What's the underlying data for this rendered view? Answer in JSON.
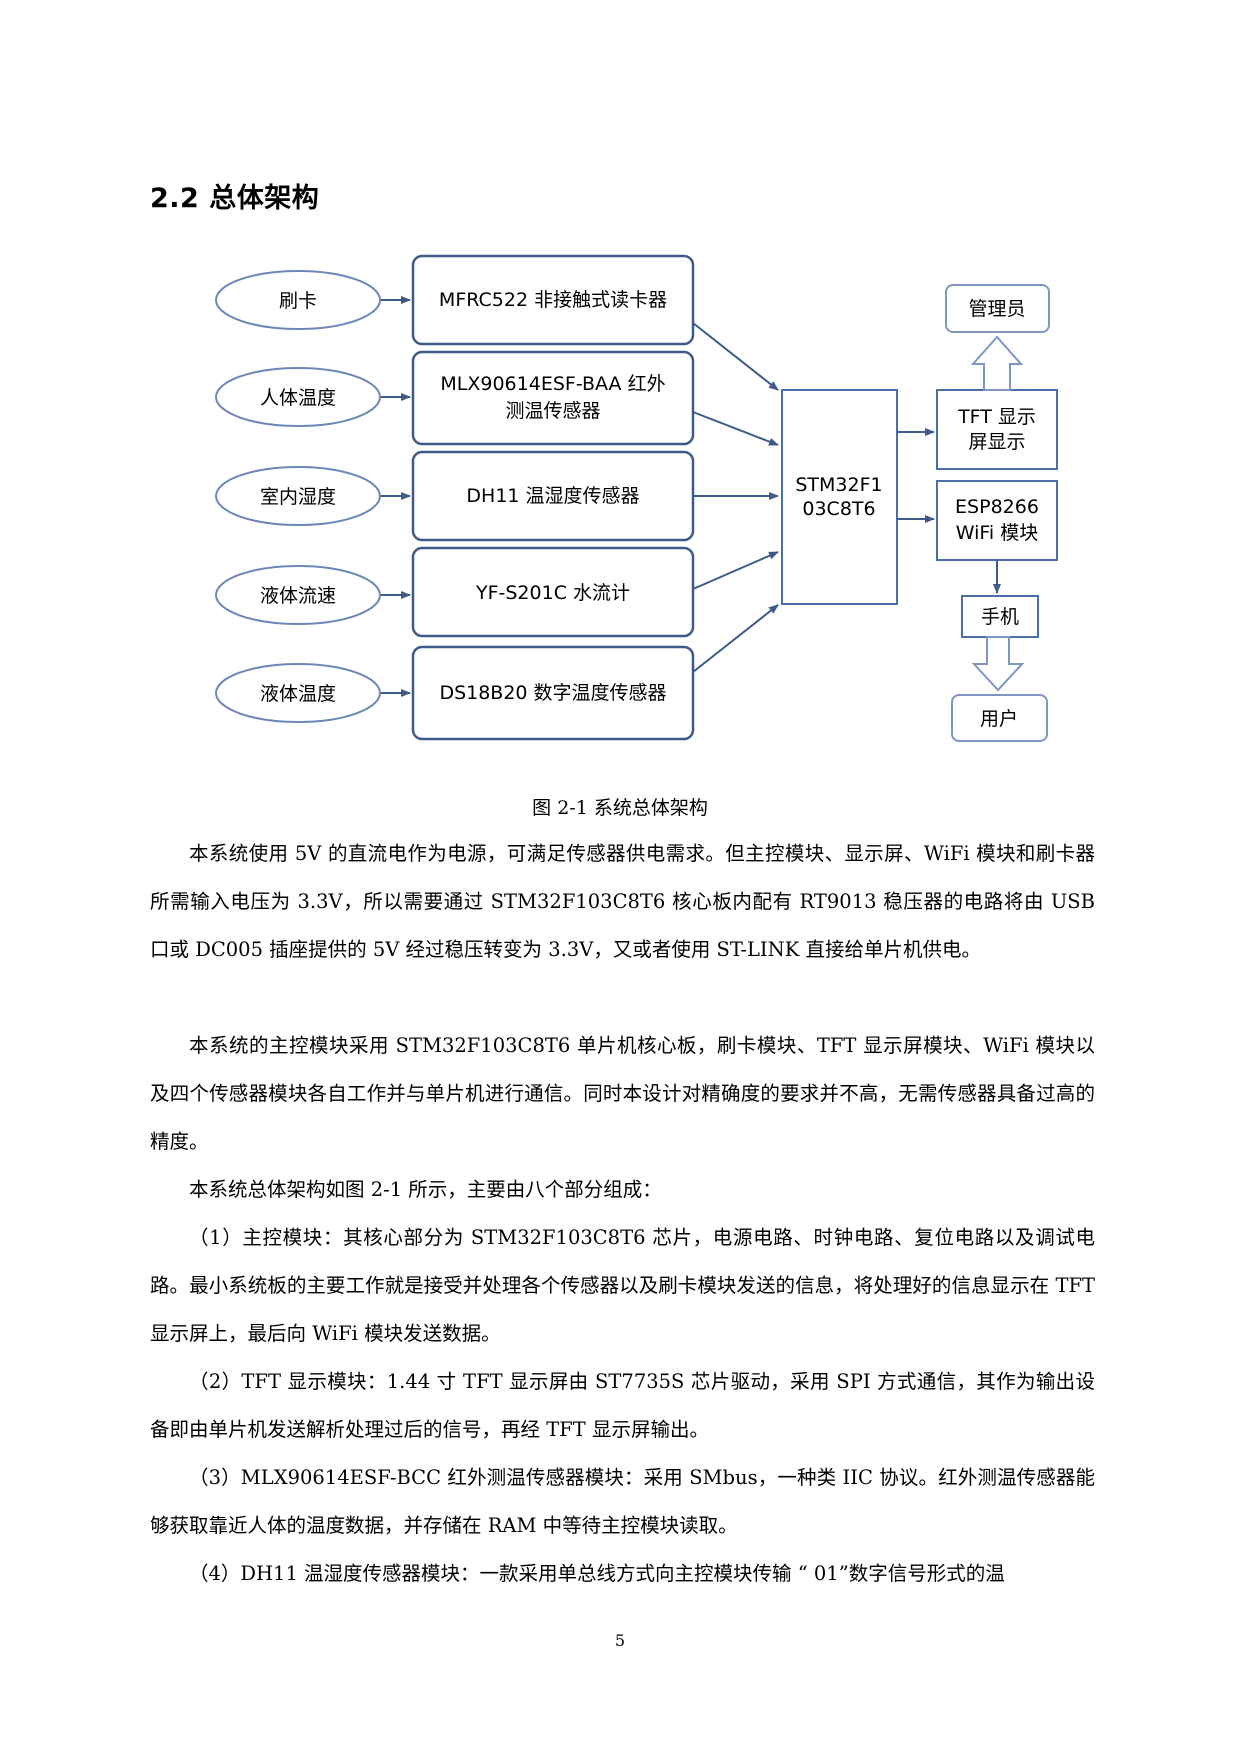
{
  "section_heading": "2.2 总体架构",
  "diagram": {
    "inputs": [
      "刷卡",
      "人体温度",
      "室内湿度",
      "液体流速",
      "液体温度"
    ],
    "modules": [
      {
        "lines": [
          "MFRC522 非接触式读卡器"
        ]
      },
      {
        "lines": [
          "MLX90614ESF-BAA 红外",
          "测温传感器"
        ]
      },
      {
        "lines": [
          "DH11 温湿度传感器"
        ]
      },
      {
        "lines": [
          "YF-S201C 水流计"
        ]
      },
      {
        "lines": [
          "DS18B20 数字温度传感器"
        ]
      }
    ],
    "mcu": [
      "STM32F1",
      "03C8T6"
    ],
    "tft": [
      "TFT 显示",
      "屏显示"
    ],
    "esp": [
      "ESP8266",
      "WiFi 模块"
    ],
    "admin": "管理员",
    "phone": "手机",
    "user": "用户",
    "colors": {
      "stroke": "#3d5a8a",
      "arrow": "#3d5a8a",
      "hollow_arrow": "#7f96c4"
    }
  },
  "caption": "图 2-1 系统总体架构",
  "paragraphs": [
    "本系统使用 5V 的直流电作为电源，可满足传感器供电需求。但主控模块、显示屏、WiFi 模块和刷卡器所需输入电压为 3.3V，所以需要通过 STM32F103C8T6 核心板内配有 RT9013 稳压器的电路将由 USB 口或 DC005 插座提供的 5V 经过稳压转变为 3.3V，又或者使用 ST-LINK 直接给单片机供电。",
    "本系统的主控模块采用 STM32F103C8T6 单片机核心板，刷卡模块、TFT 显示屏模块、WiFi 模块以及四个传感器模块各自工作并与单片机进行通信。同时本设计对精确度的要求并不高，无需传感器具备过高的精度。",
    "本系统总体架构如图 2-1 所示，主要由八个部分组成：",
    "（1）主控模块：其核心部分为 STM32F103C8T6 芯片，电源电路、时钟电路、复位电路以及调试电路。最小系统板的主要工作就是接受并处理各个传感器以及刷卡模块发送的信息，将处理好的信息显示在 TFT 显示屏上，最后向 WiFi 模块发送数据。",
    "（2）TFT 显示模块：1.44 寸 TFT 显示屏由 ST7735S 芯片驱动，采用 SPI 方式通信，其作为输出设备即由单片机发送解析处理过后的信号，再经 TFT 显示屏输出。",
    "（3）MLX90614ESF-BCC 红外测温传感器模块：采用 SMbus，一种类 IIC 协议。红外测温传感器能够获取靠近人体的温度数据，并存储在 RAM 中等待主控模块读取。",
    "（4）DH11 温湿度传感器模块：一款采用单总线方式向主控模块传输 “ 01”数字信号形式的温"
  ],
  "page_number": "5"
}
